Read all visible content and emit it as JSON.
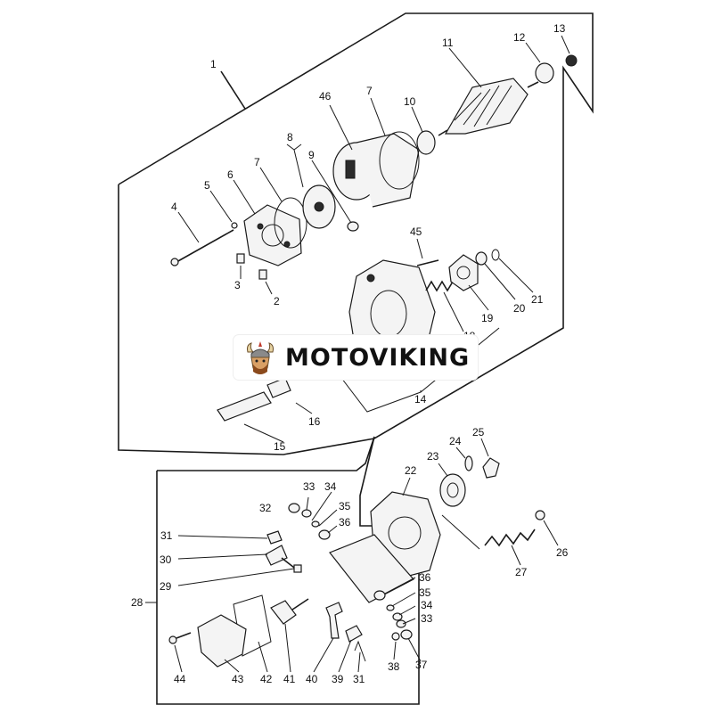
{
  "watermark": {
    "brand": "MOTOVIKING",
    "logo_icon": "viking-helmet-icon"
  },
  "colors": {
    "line": "#1a1a1a",
    "background": "#ffffff",
    "logo_accent": "#c0392b"
  },
  "part_numbers": {
    "p1": "1",
    "p2": "2",
    "p3": "3",
    "p4": "4",
    "p5": "5",
    "p6": "6",
    "p7a": "7",
    "p7b": "7",
    "p8": "8",
    "p9": "9",
    "p10": "10",
    "p11": "11",
    "p12": "12",
    "p13": "13",
    "p14": "14",
    "p15": "15",
    "p16": "16",
    "p18": "18",
    "p19": "19",
    "p20": "20",
    "p21": "21",
    "p22": "22",
    "p23": "23",
    "p24": "24",
    "p25": "25",
    "p26": "26",
    "p27": "27",
    "p28": "28",
    "p29": "29",
    "p30": "30",
    "p31a": "31",
    "p31b": "31",
    "p32": "32",
    "p33a": "33",
    "p33b": "33",
    "p34a": "34",
    "p34b": "34",
    "p35a": "35",
    "p35b": "35",
    "p36a": "36",
    "p36b": "36",
    "p37": "37",
    "p38": "38",
    "p39": "39",
    "p40": "40",
    "p41": "41",
    "p42": "42",
    "p43": "43",
    "p44": "44",
    "p45": "45",
    "p46": "46"
  }
}
